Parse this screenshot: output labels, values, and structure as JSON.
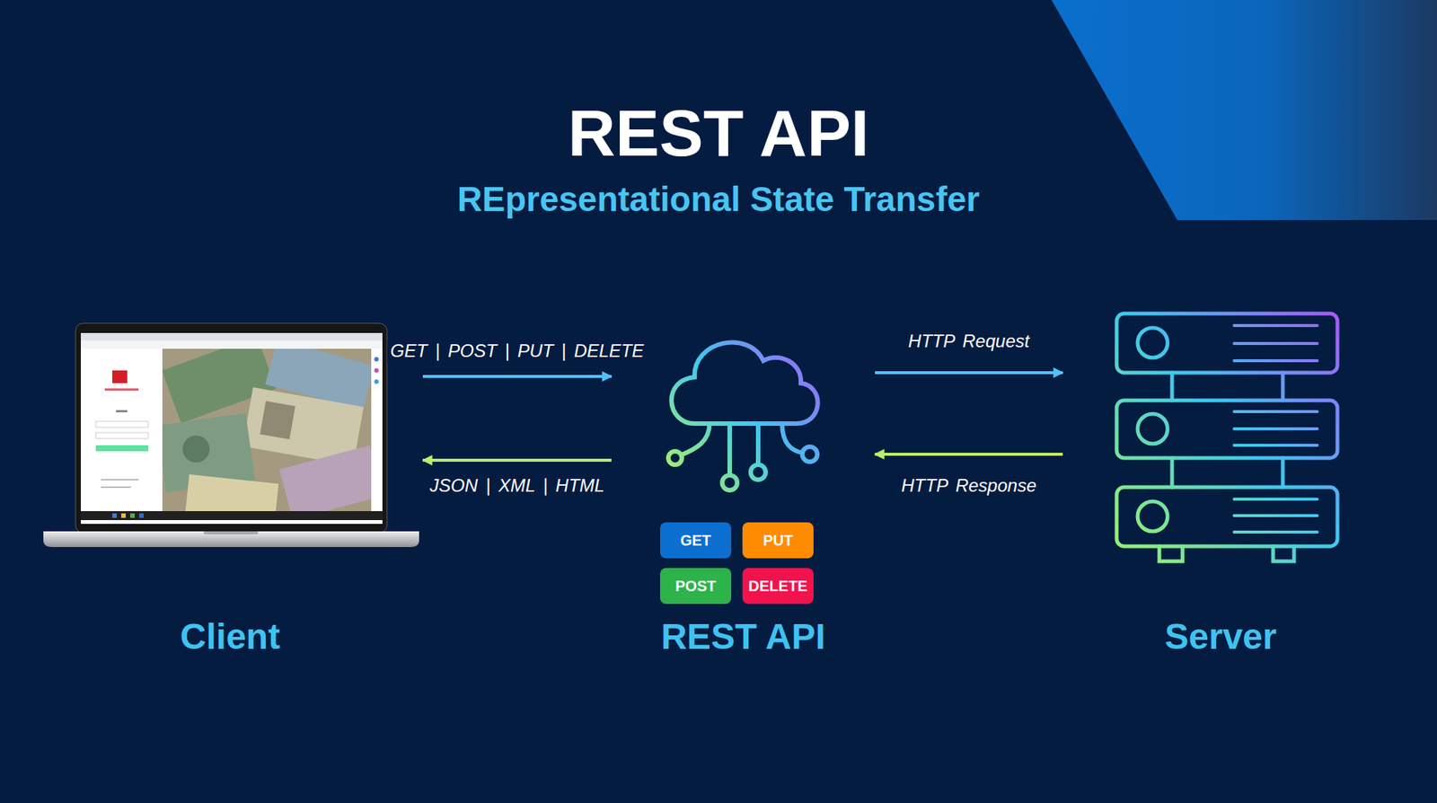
{
  "diagram": {
    "title": "REST API",
    "nodes": [
      {
        "text": [
          "Client"
        ]
      },
      {
        "text": [
          "REST API"
        ]
      },
      {
        "text": [
          "GET"
        ],
        "in": 1
      },
      {
        "text": [
          "PUT"
        ],
        "in": 1
      },
      {
        "text": [
          "POST"
        ],
        "in": 1
      },
      {
        "text": [
          "DELETE"
        ],
        "in": 1
      },
      {
        "text": [
          "Server"
        ]
      }
    ],
    "edges": [
      {
        "from": 0,
        "to": 1,
        "label": "GET | POST | PUT | DELETE",
        "arrow": "to"
      },
      {
        "from": 1,
        "to": 0,
        "label": "JSON | XML | HTML",
        "arrow": "to"
      },
      {
        "from": 1,
        "to": 6,
        "label": "HTTP Request",
        "arrow": "to"
      },
      {
        "from": 6,
        "to": 1,
        "label": "HTTP Response",
        "arrow": "to"
      }
    ],
    "labels": [
      "REpresentational State Transfer"
    ]
  }
}
